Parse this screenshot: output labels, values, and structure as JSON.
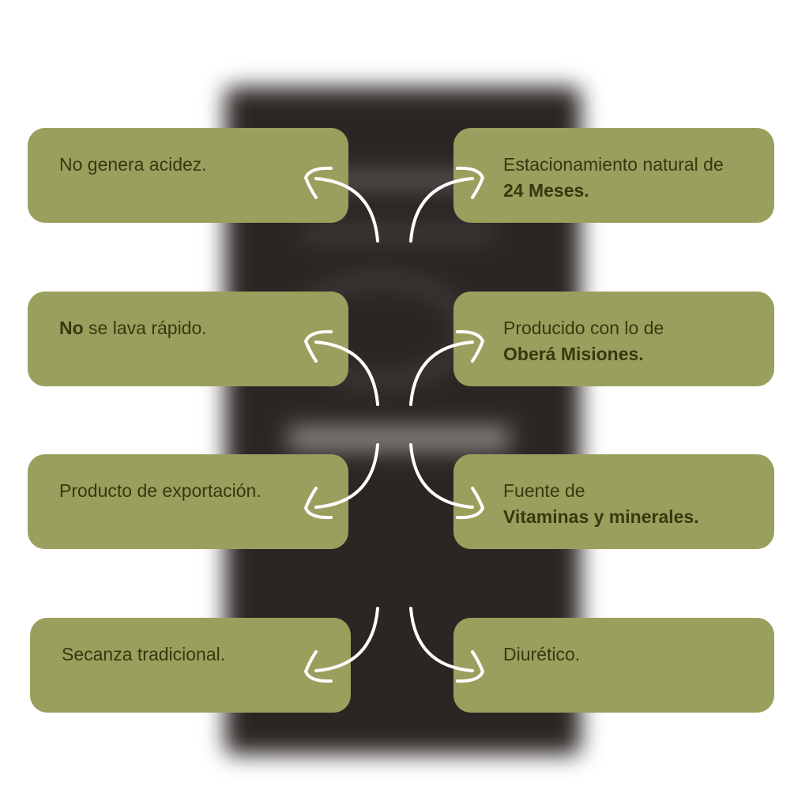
{
  "left": [
    {
      "normal_before": "",
      "bold": "",
      "normal": "No genera acidez."
    },
    {
      "normal_before": "",
      "bold": "No",
      "normal": " se lava rápido."
    },
    {
      "normal_before": "",
      "bold": "",
      "normal": "Producto de exportación."
    },
    {
      "normal_before": "",
      "bold": "",
      "normal": "Secanza tradicional."
    }
  ],
  "right": [
    {
      "normal": "Estacionamiento natural de",
      "bold": "24 Meses."
    },
    {
      "normal": "Producido con lo de",
      "bold": "Oberá Misiones."
    },
    {
      "normal": "Fuente de",
      "bold": "Vitaminas y minerales."
    },
    {
      "normal": "Diurético.",
      "bold": ""
    }
  ],
  "colors": {
    "box": "#9a9f5e",
    "text": "#353a0e",
    "arrow": "#ffffff"
  }
}
